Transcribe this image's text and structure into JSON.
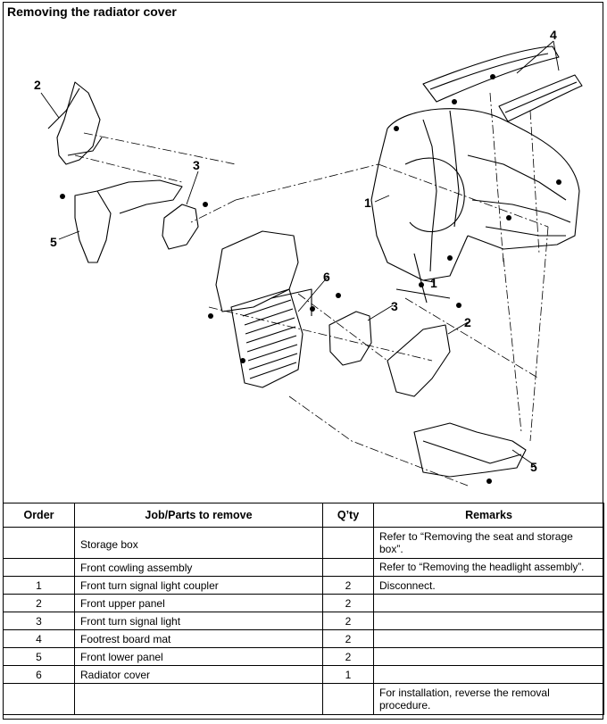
{
  "title": "Removing the radiator cover",
  "callouts": [
    "1",
    "1",
    "2",
    "2",
    "3",
    "3",
    "4",
    "5",
    "5",
    "6"
  ],
  "table": {
    "headers": {
      "order": "Order",
      "job": "Job/Parts to remove",
      "qty": "Q’ty",
      "remarks": "Remarks"
    },
    "rows": [
      {
        "order": "",
        "job": "Storage box",
        "qty": "",
        "remarks": "Refer to “Removing the seat and storage box”."
      },
      {
        "order": "",
        "job": "Front cowling assembly",
        "qty": "",
        "remarks": "Refer to “Removing the headlight assembly”."
      },
      {
        "order": "1",
        "job": "Front turn signal light coupler",
        "qty": "2",
        "remarks": "Disconnect."
      },
      {
        "order": "2",
        "job": "Front upper panel",
        "qty": "2",
        "remarks": ""
      },
      {
        "order": "3",
        "job": "Front turn signal light",
        "qty": "2",
        "remarks": ""
      },
      {
        "order": "4",
        "job": "Footrest board mat",
        "qty": "2",
        "remarks": ""
      },
      {
        "order": "5",
        "job": "Front lower panel",
        "qty": "2",
        "remarks": ""
      },
      {
        "order": "6",
        "job": "Radiator cover",
        "qty": "1",
        "remarks": ""
      },
      {
        "order": "",
        "job": "",
        "qty": "",
        "remarks": "For installation, reverse the removal procedure."
      }
    ]
  }
}
